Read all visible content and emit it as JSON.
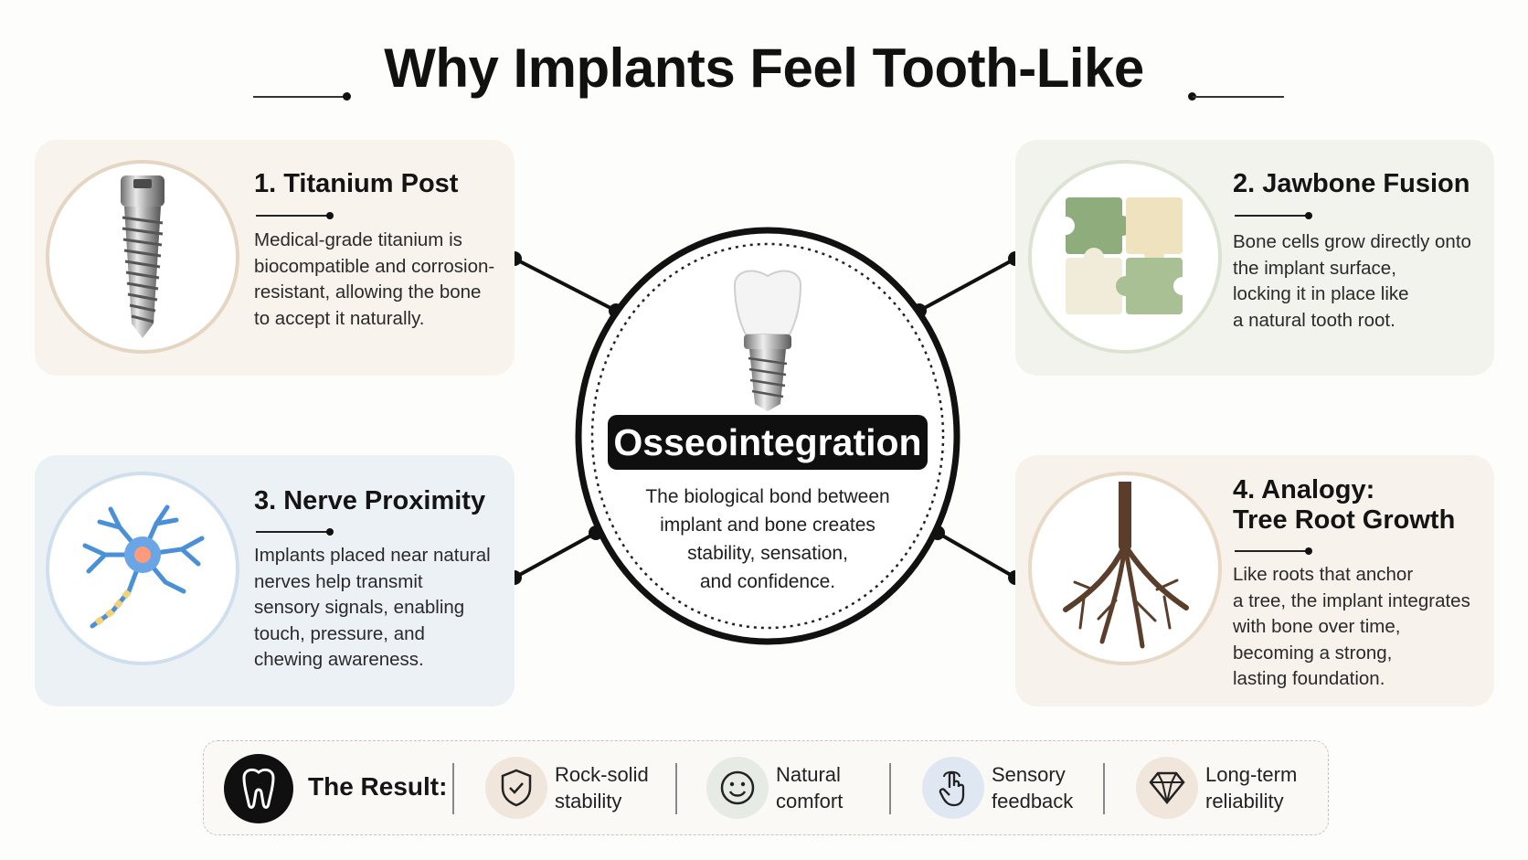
{
  "title": "Why Implants Feel Tooth-Like",
  "center": {
    "label": "Osseointegration",
    "lines": [
      "The biological bond between",
      "implant and bone creates",
      "stability, sensation,",
      "and confidence."
    ]
  },
  "cards": [
    {
      "title_lines": [
        "1. Titanium Post"
      ],
      "icon": "titanium-screw",
      "body_lines": [
        "Medical-grade titanium is",
        "biocompatible and corrosion-",
        "resistant, allowing the bone",
        "to accept it naturally."
      ]
    },
    {
      "title_lines": [
        "2. Jawbone Fusion"
      ],
      "icon": "puzzle-pieces",
      "body_lines": [
        "Bone cells grow directly onto",
        "the implant surface,",
        "locking it in place like",
        "a natural tooth root."
      ]
    },
    {
      "title_lines": [
        "3. Nerve Proximity"
      ],
      "icon": "nerve-cell",
      "body_lines": [
        "Implants placed near natural",
        "nerves help transmit",
        "sensory signals, enabling",
        "touch, pressure, and",
        "chewing awareness."
      ]
    },
    {
      "title_lines": [
        "4. Analogy:",
        "Tree Root Growth"
      ],
      "icon": "tree-roots",
      "body_lines": [
        "Like roots that anchor",
        "a tree, the implant integrates",
        "with bone over time,",
        "becoming a strong,",
        "lasting foundation."
      ]
    }
  ],
  "result": {
    "title": "The Result:",
    "badge_icon": "tooth-icon",
    "items": [
      {
        "lines": [
          "Rock-solid",
          "stability"
        ],
        "icon": "shield-check-icon",
        "bg": "#f1e6dc"
      },
      {
        "lines": [
          "Natural",
          "comfort"
        ],
        "icon": "smile-icon",
        "bg": "#e6ebe3"
      },
      {
        "lines": [
          "Sensory",
          "feedback"
        ],
        "icon": "touch-hand-icon",
        "bg": "#dfe8f2"
      },
      {
        "lines": [
          "Long-term",
          "reliability"
        ],
        "icon": "diamond-icon",
        "bg": "#f1e6dc"
      }
    ]
  },
  "colors": {
    "card1_bg": "#f8f3ec",
    "card2_bg": "#f1f3ec",
    "card3_bg": "#ecf1f6",
    "card4_bg": "#f8f2ec",
    "ink": "#111111"
  }
}
